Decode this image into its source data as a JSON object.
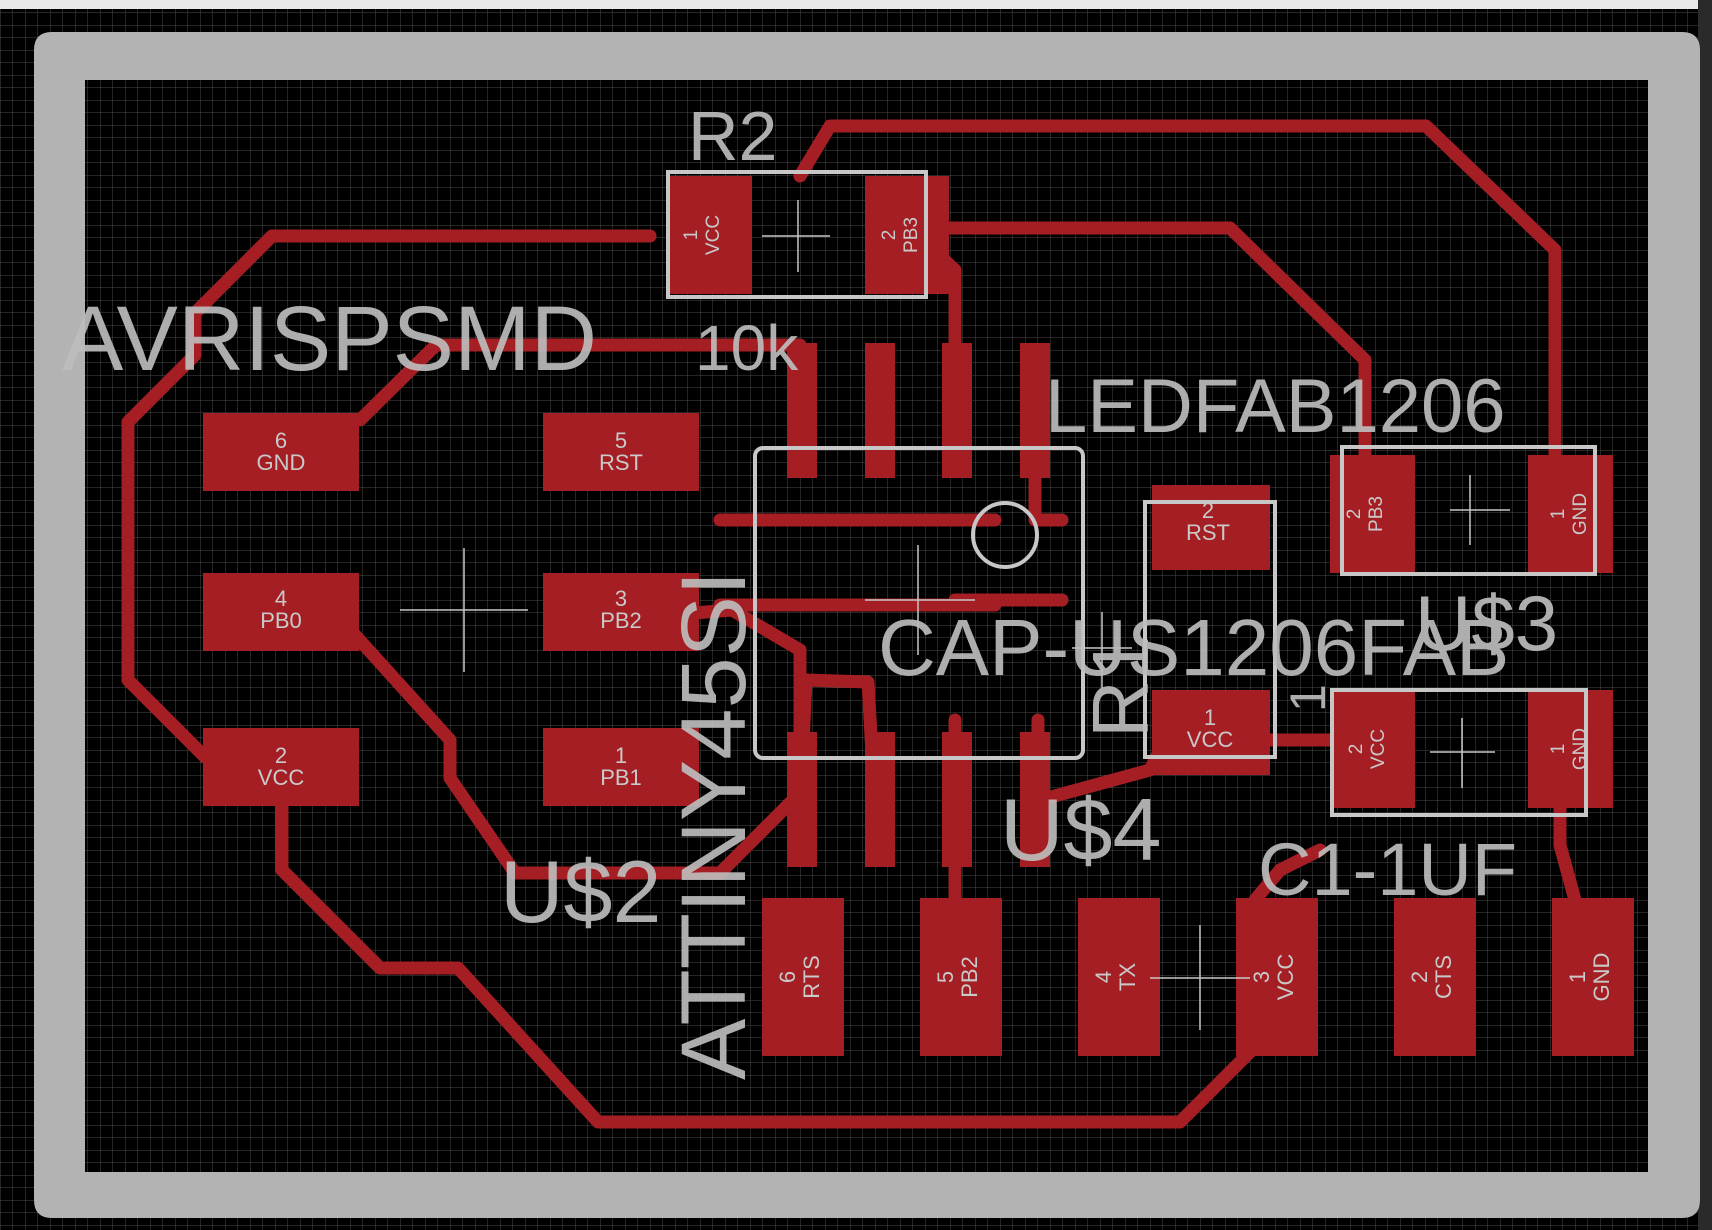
{
  "board": {
    "grid": true,
    "colors": {
      "background": "#000000",
      "outline": "#b3b3b3",
      "copper": "#a41e24",
      "silkscreen": "#c7c7c7"
    }
  },
  "labels": {
    "avrisp": "AVRISPSMD",
    "r2": "R2",
    "r2_value": "10k",
    "led": "LEDFAB1206",
    "attiny": "ATTINY45SI",
    "cap": "CAP-US1206FAB",
    "us2": "U$2",
    "us3": "U$3",
    "us4": "U$4",
    "c1": "C1-1UF",
    "r1": "R1",
    "c1_num": "1"
  },
  "pads": {
    "isp_gnd": {
      "num": "6",
      "name": "GND"
    },
    "isp_rst": {
      "num": "5",
      "name": "RST"
    },
    "isp_pb0": {
      "num": "4",
      "name": "PB0"
    },
    "isp_pb2": {
      "num": "3",
      "name": "PB2"
    },
    "isp_vcc": {
      "num": "2",
      "name": "VCC"
    },
    "isp_pb1": {
      "num": "1",
      "name": "PB1"
    },
    "r2_vcc": {
      "num": "1",
      "name": "VCC"
    },
    "r2_pb3": {
      "num": "2",
      "name": "PB3"
    },
    "led_pb3": {
      "num": "2",
      "name": "PB3"
    },
    "led_gnd": {
      "num": "1",
      "name": "GND"
    },
    "r1_rst": {
      "num": "2",
      "name": "RST"
    },
    "r1_vcc": {
      "num": "1",
      "name": "VCC"
    },
    "c1_vcc": {
      "num": "2",
      "name": "VCC"
    },
    "c1_gnd": {
      "num": "1",
      "name": "GND"
    },
    "ftdi_rts": {
      "num": "6",
      "name": "RTS"
    },
    "ftdi_pb2": {
      "num": "5",
      "name": "PB2"
    },
    "ftdi_tx": {
      "num": "4",
      "name": "TX"
    },
    "ftdi_vcc": {
      "num": "3",
      "name": "VCC"
    },
    "ftdi_cts": {
      "num": "2",
      "name": "CTS"
    },
    "ftdi_gnd": {
      "num": "1",
      "name": "GND"
    }
  }
}
